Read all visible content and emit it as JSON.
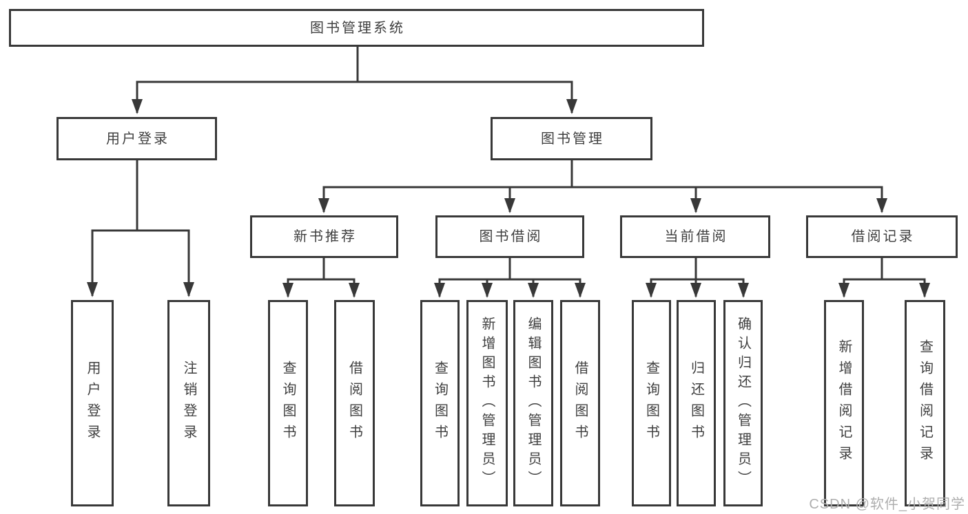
{
  "tree": {
    "label": "图书管理系统",
    "children": [
      {
        "label": "用户登录",
        "children": [
          {
            "label": "用户登录"
          },
          {
            "label": "注销登录"
          }
        ]
      },
      {
        "label": "图书管理",
        "children": [
          {
            "label": "新书推荐",
            "children": [
              {
                "label": "查询图书"
              },
              {
                "label": "借阅图书"
              }
            ]
          },
          {
            "label": "图书借阅",
            "children": [
              {
                "label": "查询图书"
              },
              {
                "label": "新增图书（管理员）"
              },
              {
                "label": "编辑图书（管理员）"
              },
              {
                "label": "借阅图书"
              }
            ]
          },
          {
            "label": "当前借阅",
            "children": [
              {
                "label": "查询图书"
              },
              {
                "label": "归还图书"
              },
              {
                "label": "确认归还（管理员）"
              }
            ]
          },
          {
            "label": "借阅记录",
            "children": [
              {
                "label": "新增借阅记录"
              },
              {
                "label": "查询借阅记录"
              }
            ]
          }
        ]
      }
    ]
  },
  "watermark": {
    "text": "CSDN @软件_小贺同学"
  },
  "colors": {
    "line": "#383838",
    "border": "#383838",
    "text": "#3f3f3f",
    "watermark": "#aeaeae",
    "bg": "#ffffff"
  }
}
